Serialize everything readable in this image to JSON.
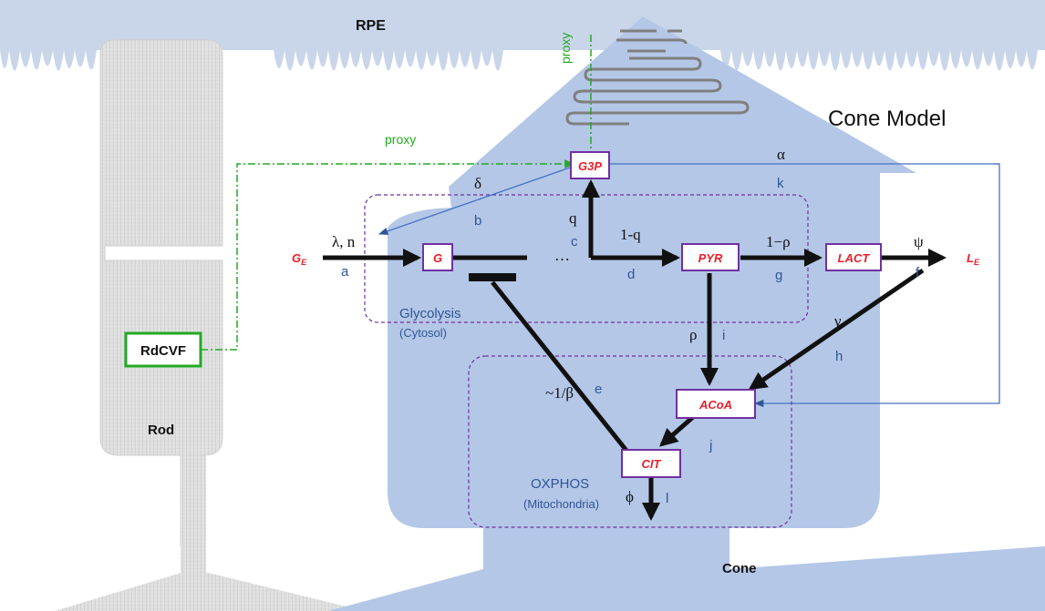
{
  "header": {
    "rpe": "RPE",
    "title": "Cone Model"
  },
  "cells": {
    "rod": "Rod",
    "cone": "Cone"
  },
  "compartments": {
    "glycolysis_name": "Glycolysis",
    "glycolysis_loc": "(Cytosol)",
    "oxphos_name": "OXPHOS",
    "oxphos_loc": "(Mitochondria)"
  },
  "nodes": {
    "ge": "G",
    "ge_sub": "E",
    "g": "G",
    "g3p": "G3P",
    "pyr": "PYR",
    "lact": "LACT",
    "le": "L",
    "le_sub": "E",
    "acoa": "ACoA",
    "cit": "CIT",
    "rdcvf": "RdCVF"
  },
  "parameters": {
    "lambda_n": "λ, n",
    "delta": "δ",
    "q": "q",
    "one_minus_q": "1-q",
    "one_minus_rho": "1−ρ",
    "psi": "ψ",
    "alpha": "α",
    "gamma": "γ",
    "rho": "ρ",
    "inv_beta": "~1/β",
    "phi": "ϕ",
    "ellipsis": "…"
  },
  "reaction_labels": {
    "a": "a",
    "b": "b",
    "c": "c",
    "d": "d",
    "e": "e",
    "f": "f",
    "g": "g",
    "h": "h",
    "i": "i",
    "j": "j",
    "k": "k",
    "l": "l"
  },
  "proxy": {
    "horizontal": "proxy",
    "vertical": "proxy"
  },
  "colors": {
    "cell_fill": "#b4c7e7",
    "rod_fill": "#d9d9d9",
    "rpe_fill": "#c9d6ea",
    "node_border": "#7030a0",
    "node_text": "#e8202a",
    "label_blue": "#2f5597",
    "proxy_green": "#22aa22",
    "arrow_black": "#111111",
    "rdcvf_border": "#22aa22"
  }
}
